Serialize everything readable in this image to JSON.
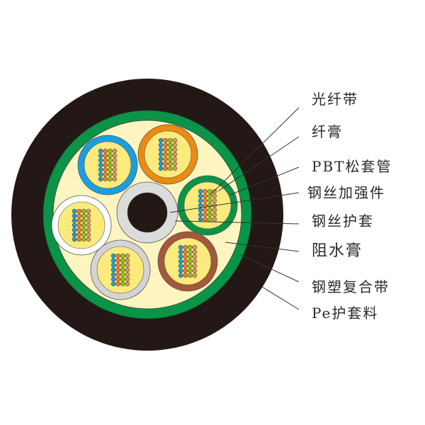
{
  "diagram": {
    "type": "cable-cross-section",
    "colors": {
      "outer_sheath": "#231815",
      "steel_tape": "#0a9447",
      "water_blocking_gel": "#fdf5c0",
      "tube_fill": "#fbeb7d",
      "center_strength_member": "#231815",
      "center_jacket": "#dcdcdc",
      "outline": "#3a3a3a",
      "leader_line": "#333333",
      "fiber_colors": [
        "#1a9ee0",
        "#ee7b30",
        "#8dc21f",
        "#d39a62"
      ]
    },
    "loose_tubes": [
      {
        "name": "tube-blue",
        "color": "#1a9ee0"
      },
      {
        "name": "tube-orange",
        "color": "#ee8a10"
      },
      {
        "name": "tube-green",
        "color": "#0a9447"
      },
      {
        "name": "tube-white",
        "color": "#ffffff"
      },
      {
        "name": "tube-grey",
        "color": "#d4d4d4"
      },
      {
        "name": "tube-brown",
        "color": "#a5583a"
      }
    ],
    "fiber_ribbon": {
      "columns": 4,
      "rows": 7
    }
  },
  "labels": [
    {
      "id": "fiber-ribbon",
      "text": "光纤带"
    },
    {
      "id": "fiber-gel",
      "text": "纤膏"
    },
    {
      "id": "pbt-loose-tube",
      "text": "PBT松套管"
    },
    {
      "id": "steel-wire-strength",
      "text": "钢丝加强件"
    },
    {
      "id": "steel-wire-jacket",
      "text": "钢丝护套"
    },
    {
      "id": "water-blocking-gel",
      "text": "阻水膏"
    },
    {
      "id": "steel-plastic-tape",
      "text": "钢塑复合带"
    },
    {
      "id": "pe-sheath",
      "text": "Pe护套料"
    }
  ]
}
